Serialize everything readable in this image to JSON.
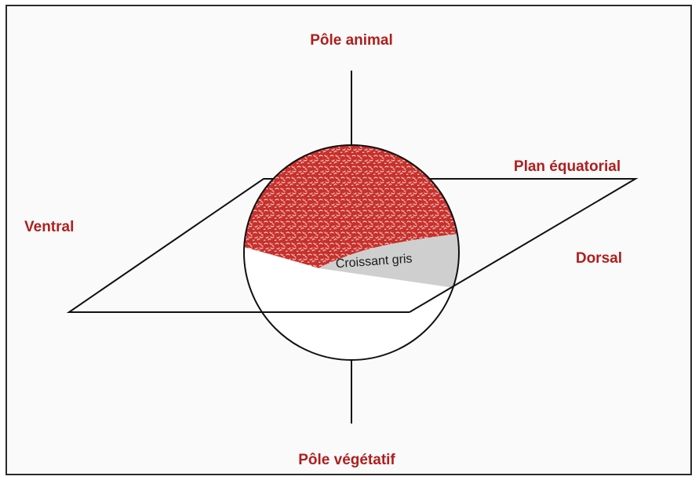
{
  "labels": {
    "animal_pole": "Pôle animal",
    "vegetal_pole": "Pôle végétatif",
    "equatorial_plane": "Plan équatorial",
    "ventral": "Ventral",
    "dorsal": "Dorsal",
    "grey_crescent": "Croissant gris"
  },
  "colors": {
    "label_red": "#b01e1e",
    "animal_hemisphere": "#c8302c",
    "speckle": "#f4d6d0",
    "crescent": "#cfcfcf",
    "line": "#111111"
  }
}
